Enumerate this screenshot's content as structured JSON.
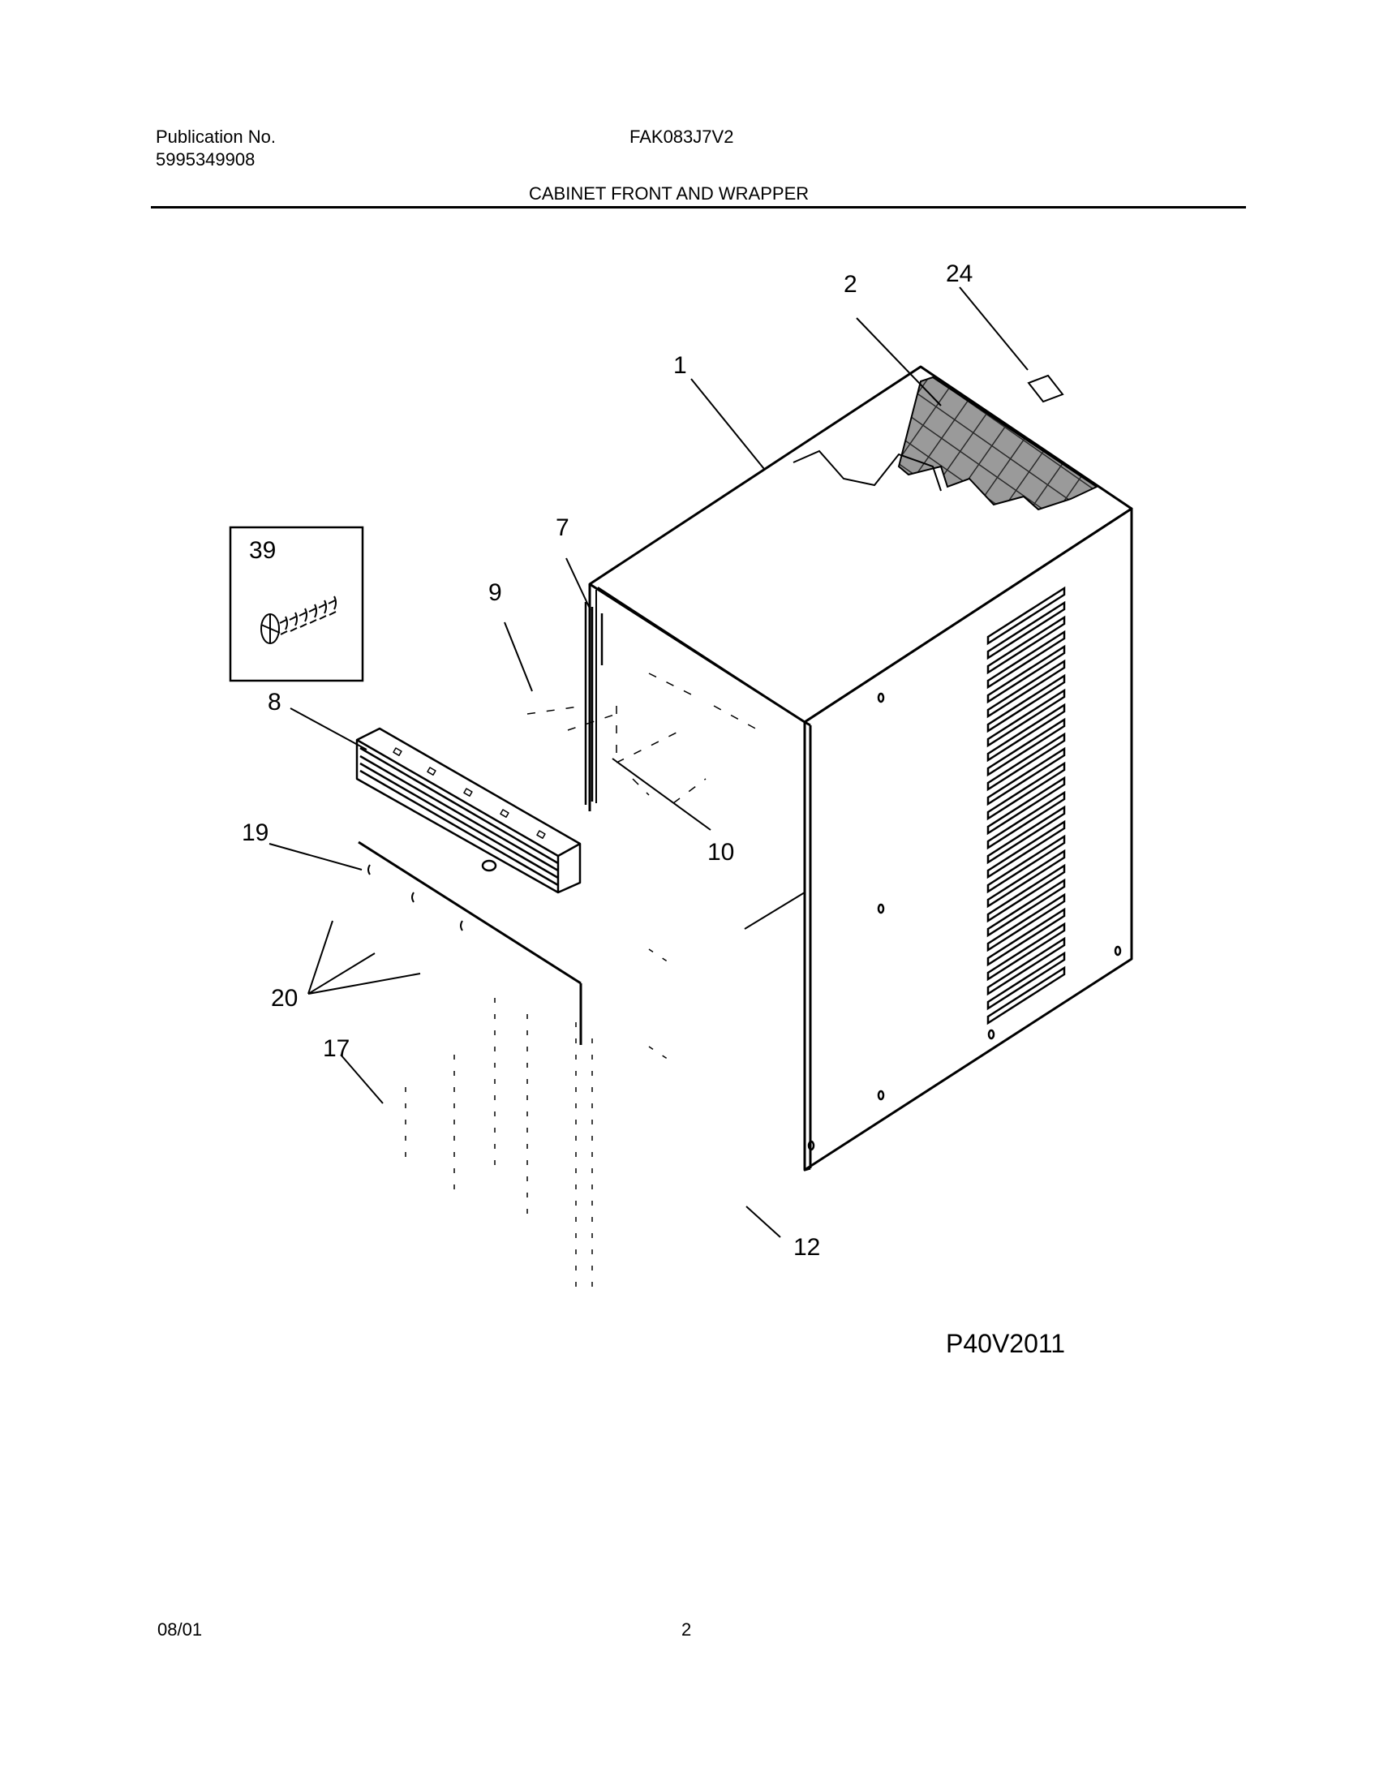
{
  "header": {
    "publication_label": "Publication No.",
    "publication_number": "5995349908",
    "model": "FAK083J7V2",
    "section_title": "CABINET FRONT AND WRAPPER"
  },
  "callouts": {
    "c1": "1",
    "c2": "2",
    "c24": "24",
    "c39": "39",
    "c7": "7",
    "c9": "9",
    "c8": "8",
    "c10": "10",
    "c19": "19",
    "c20": "20",
    "c17": "17",
    "c12": "12"
  },
  "diagram_id": "P40V2011",
  "footer": {
    "date": "08/01",
    "page": "2"
  }
}
